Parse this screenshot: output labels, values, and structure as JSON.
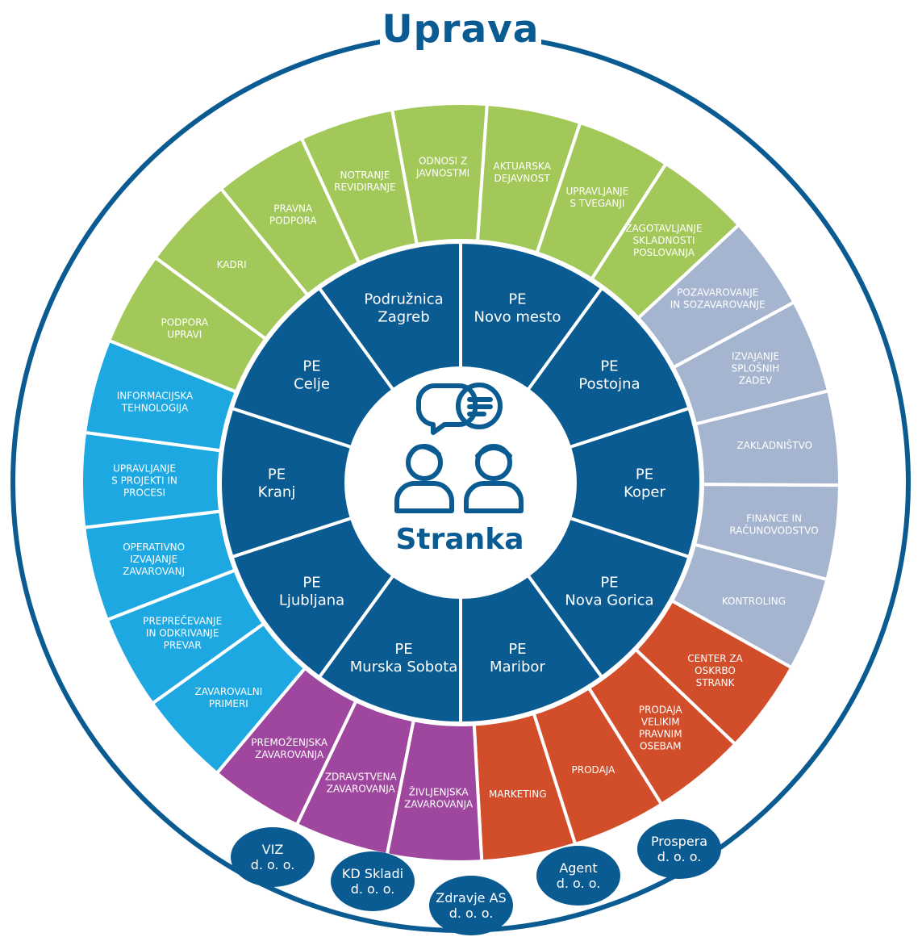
{
  "title": "Uprava",
  "center": {
    "label": "Stranka",
    "icon": "customer-chat-icon"
  },
  "colors": {
    "ring": "#0b5b93",
    "blue_dark": "#0b5b93",
    "green": "#a3c85a",
    "grey": "#a5b5cf",
    "red": "#d24e2b",
    "purple": "#9f479e",
    "cyan": "#1ea8e2"
  },
  "inner_units": [
    {
      "id": "novo-mesto",
      "lines": [
        "PE",
        "Novo mesto"
      ]
    },
    {
      "id": "postojna",
      "lines": [
        "PE",
        "Postojna"
      ]
    },
    {
      "id": "koper",
      "lines": [
        "PE",
        "Koper"
      ]
    },
    {
      "id": "nova-gorica",
      "lines": [
        "PE",
        "Nova Gorica"
      ]
    },
    {
      "id": "maribor",
      "lines": [
        "PE",
        "Maribor"
      ]
    },
    {
      "id": "murska-sobota",
      "lines": [
        "PE",
        "Murska Sobota"
      ]
    },
    {
      "id": "ljubljana",
      "lines": [
        "PE",
        "Ljubljana"
      ]
    },
    {
      "id": "kranj",
      "lines": [
        "PE",
        "Kranj"
      ]
    },
    {
      "id": "celje",
      "lines": [
        "PE",
        "Celje"
      ]
    },
    {
      "id": "zagreb",
      "lines": [
        "Podružnica",
        "Zagreb"
      ]
    }
  ],
  "outer_segments": [
    {
      "id": "aktuarska",
      "group": "green",
      "lines": [
        "AKTUARSKA",
        "DEJAVNOST"
      ]
    },
    {
      "id": "tveganji",
      "group": "green",
      "lines": [
        "UPRAVLJANJE",
        "S TVEGANJI"
      ]
    },
    {
      "id": "skladnost",
      "group": "green",
      "lines": [
        "ZAGOTAVLJANJE",
        "SKLADNOSTI",
        "POSLOVANJA"
      ]
    },
    {
      "id": "pozavarovanje",
      "group": "grey",
      "lines": [
        "POZAVAROVANJE",
        "IN SOZAVAROVANJE"
      ]
    },
    {
      "id": "splosne-zadeve",
      "group": "grey",
      "lines": [
        "IZVAJANJE",
        "SPLOŠNIH",
        "ZADEV"
      ]
    },
    {
      "id": "zakladnistvo",
      "group": "grey",
      "lines": [
        "ZAKLADNIŠTVO"
      ]
    },
    {
      "id": "finance",
      "group": "grey",
      "lines": [
        "FINANCE IN",
        "RAČUNOVODSTVO"
      ]
    },
    {
      "id": "kontroling",
      "group": "grey",
      "lines": [
        "KONTROLING"
      ]
    },
    {
      "id": "center-oskrbe",
      "group": "red",
      "lines": [
        "CENTER ZA",
        "OSKRBO",
        "STRANK"
      ]
    },
    {
      "id": "prodaja-pravne",
      "group": "red",
      "lines": [
        "PRODAJA",
        "VELIKIM",
        "PRAVNIM",
        "OSEBAM"
      ]
    },
    {
      "id": "prodaja",
      "group": "red",
      "lines": [
        "PRODAJA"
      ]
    },
    {
      "id": "marketing",
      "group": "red",
      "lines": [
        "MARKETING"
      ]
    },
    {
      "id": "zivljenjska",
      "group": "purple",
      "lines": [
        "ŽIVLJENJSKA",
        "ZAVAROVANJA"
      ]
    },
    {
      "id": "zdravstvena",
      "group": "purple",
      "lines": [
        "ZDRAVSTVENA",
        "ZAVAROVANJA"
      ]
    },
    {
      "id": "premozenjska",
      "group": "purple",
      "lines": [
        "PREMOŽENJSKA",
        "ZAVAROVANJA"
      ]
    },
    {
      "id": "zavarovalni-primeri",
      "group": "cyan",
      "lines": [
        "ZAVAROVALNI",
        "PRIMERI"
      ]
    },
    {
      "id": "prevare",
      "group": "cyan",
      "lines": [
        "PREPREČEVANJE",
        "IN ODKRIVANJE",
        "PREVAR"
      ]
    },
    {
      "id": "operativno",
      "group": "cyan",
      "lines": [
        "OPERATIVNO",
        "IZVAJANJE",
        "ZAVAROVANJ"
      ]
    },
    {
      "id": "projekti",
      "group": "cyan",
      "lines": [
        "UPRAVLJANJE",
        "S PROJEKTI IN",
        "PROCESI"
      ]
    },
    {
      "id": "it",
      "group": "cyan",
      "lines": [
        "INFORMACIJSKA",
        "TEHNOLOGIJA"
      ]
    },
    {
      "id": "podpora-upravi",
      "group": "green",
      "lines": [
        "PODPORA",
        "UPRAVI"
      ]
    },
    {
      "id": "kadri",
      "group": "green",
      "lines": [
        "KADRI"
      ]
    },
    {
      "id": "pravna-podpora",
      "group": "green",
      "lines": [
        "PRAVNA",
        "PODPORA"
      ]
    },
    {
      "id": "notranje-revidiranje",
      "group": "green",
      "lines": [
        "NOTRANJE",
        "REVIDIRANJE"
      ]
    },
    {
      "id": "odnosi-javnost",
      "group": "green",
      "lines": [
        "ODNOSI Z",
        "JAVNOSTMI"
      ]
    }
  ],
  "subsidiaries": [
    {
      "id": "viz",
      "lines": [
        "VIZ",
        "d. o. o."
      ]
    },
    {
      "id": "kd-skladi",
      "lines": [
        "KD Skladi",
        "d. o. o."
      ]
    },
    {
      "id": "zdravje-as",
      "lines": [
        "Zdravje AS",
        "d. o. o."
      ]
    },
    {
      "id": "agent",
      "lines": [
        "Agent",
        "d. o. o."
      ]
    },
    {
      "id": "prospera",
      "lines": [
        "Prospera",
        "d. o. o."
      ]
    }
  ]
}
